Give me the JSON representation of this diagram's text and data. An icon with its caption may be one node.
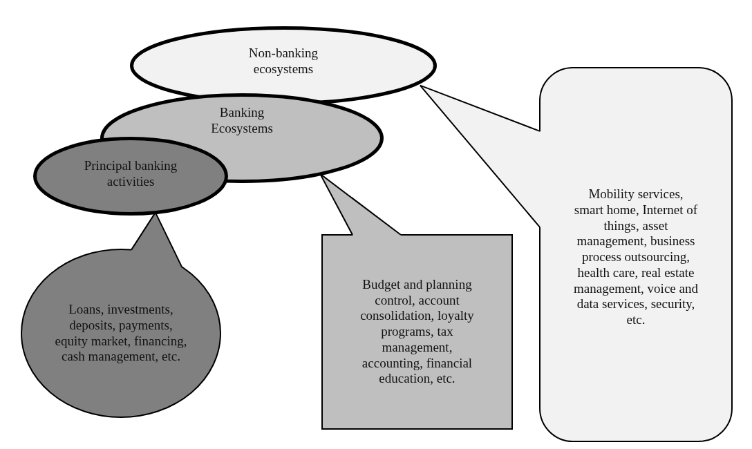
{
  "diagram": {
    "nodes": [
      {
        "text": [
          "Non-banking ecosystems"
        ]
      },
      {
        "text": [
          "Banking Ecosystems"
        ]
      },
      {
        "text": [
          "Principal banking activities"
        ]
      },
      {
        "text": [
          "Loans, investments, deposits, payments, equity market, financing, cash management, etc."
        ]
      },
      {
        "text": [
          "Budget and planning control, account consolidation, loyalty programs, tax management, accounting, financial education, etc."
        ]
      },
      {
        "text": [
          "Mobility services, smart home, Internet of things, asset management, business process outsourcing, health care, real estate management, voice and data services, security, etc."
        ]
      }
    ],
    "edges": [
      {
        "from": 3,
        "to": 2,
        "arrow": "none"
      },
      {
        "from": 4,
        "to": 1,
        "arrow": "none"
      },
      {
        "from": 5,
        "to": 0,
        "arrow": "none"
      }
    ]
  }
}
